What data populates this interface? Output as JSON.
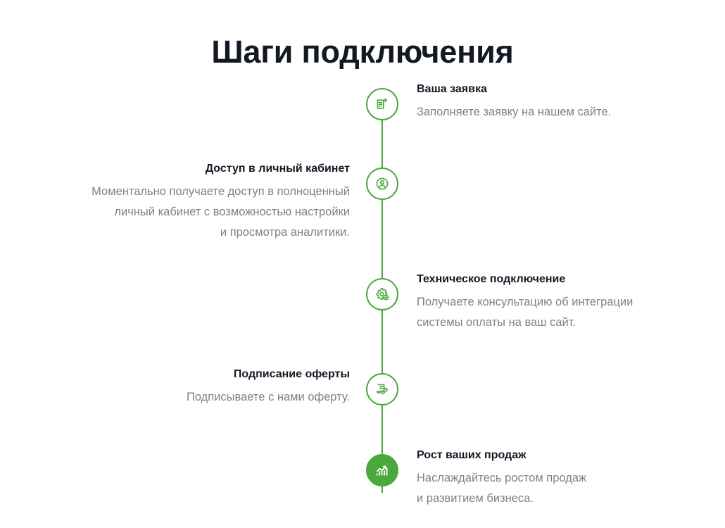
{
  "page": {
    "title": "Шаги подключения",
    "accent_color": "#4aa93c",
    "title_color": "#141824",
    "description_color": "#7d8287",
    "background_color": "#ffffff"
  },
  "timeline": {
    "steps": [
      {
        "title": "Ваша заявка",
        "description_lines": [
          "Заполняете заявку на нашем сайте."
        ],
        "icon": "document-plus-icon",
        "side": "right",
        "marker_style": "outline"
      },
      {
        "title": "Доступ в личный кабинет",
        "description_lines": [
          "Моментально получаете доступ в полноценный",
          "личный кабинет с возможностью настройки",
          "и просмотра аналитики."
        ],
        "icon": "user-circle-icon",
        "side": "left",
        "marker_style": "outline"
      },
      {
        "title": "Техническое подключение",
        "description_lines": [
          "Получаете консультацию об интеграции",
          "системы оплаты на ваш сайт."
        ],
        "icon": "gear-sync-icon",
        "side": "right",
        "marker_style": "outline"
      },
      {
        "title": "Подписание оферты",
        "description_lines": [
          "Подписываете с нами оферту."
        ],
        "icon": "document-pencil-icon",
        "side": "left",
        "marker_style": "outline"
      },
      {
        "title": "Рост ваших продаж",
        "description_lines": [
          "Наслаждайтесь ростом продаж",
          "и развитием бизнеса."
        ],
        "icon": "growth-chart-icon",
        "side": "right",
        "marker_style": "filled"
      }
    ]
  }
}
